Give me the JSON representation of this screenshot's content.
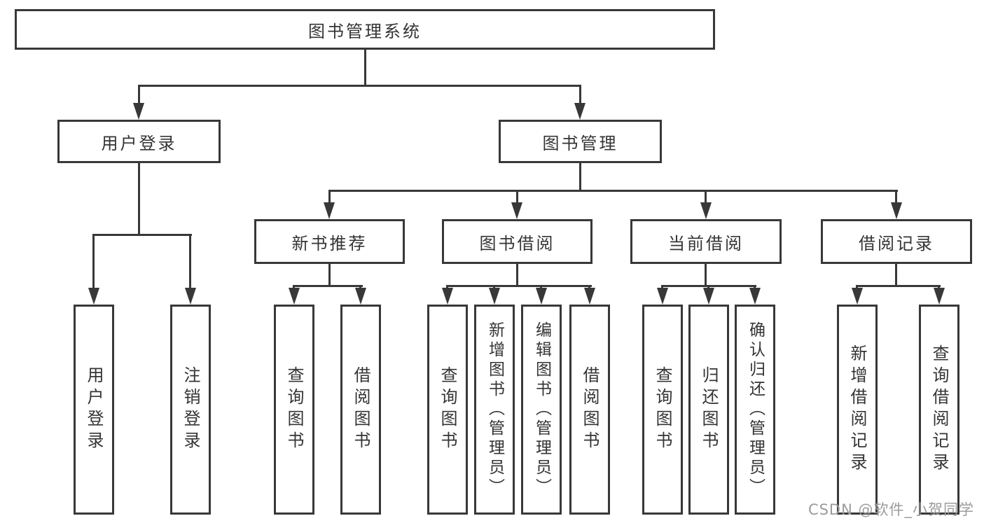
{
  "diagram": {
    "title": "图书管理系统",
    "root": {
      "label": "图书管理系统"
    },
    "level2": [
      {
        "id": "user-login",
        "label": "用户登录"
      },
      {
        "id": "book-mgmt",
        "label": "图书管理"
      }
    ],
    "level3": [
      {
        "id": "new-book-recommend",
        "label": "新书推荐"
      },
      {
        "id": "book-borrow",
        "label": "图书借阅"
      },
      {
        "id": "current-borrow",
        "label": "当前借阅"
      },
      {
        "id": "borrow-records",
        "label": "借阅记录"
      }
    ],
    "leaves": [
      {
        "parent": "user-login",
        "label": "用户登录"
      },
      {
        "parent": "user-login",
        "label": "注销登录"
      },
      {
        "parent": "new-book-recommend",
        "label": "查询图书"
      },
      {
        "parent": "new-book-recommend",
        "label": "借阅图书"
      },
      {
        "parent": "book-borrow",
        "label": "查询图书"
      },
      {
        "parent": "book-borrow",
        "label": "新增图书（管理员）"
      },
      {
        "parent": "book-borrow",
        "label": "编辑图书（管理员）"
      },
      {
        "parent": "book-borrow",
        "label": "借阅图书"
      },
      {
        "parent": "current-borrow",
        "label": "查询图书"
      },
      {
        "parent": "current-borrow",
        "label": "归还图书"
      },
      {
        "parent": "current-borrow",
        "label": "确认归还（管理员）"
      },
      {
        "parent": "borrow-records",
        "label": "新增借阅记录"
      },
      {
        "parent": "borrow-records",
        "label": "查询借阅记录"
      }
    ],
    "colors": {
      "line": "#383838",
      "text": "#343434",
      "watermark": "#9b9b9b",
      "background": "#ffffff"
    }
  },
  "watermark": {
    "text": "CSDN @软件_小贺同学"
  }
}
